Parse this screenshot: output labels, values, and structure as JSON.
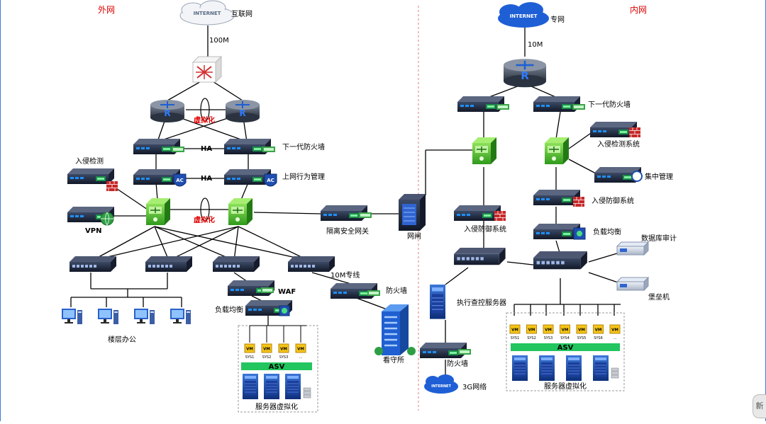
{
  "zones": {
    "external": "外网",
    "internal": "内网"
  },
  "external": {
    "cloud": "INTERNET",
    "cloud_label": "互联网",
    "bandwidth": "100M",
    "virt1": "虚拟化",
    "virt2": "虚拟化",
    "ha1": "HA",
    "ha2": "HA",
    "firewall_label": "下一代防火墙",
    "behavior_label": "上网行为管理",
    "ac": "AC",
    "ids_label": "入侵检测",
    "vpn_label": "VPN",
    "isolation_label": "隔离安全网关",
    "gatekeeper_label": "网闸",
    "line_label": "10M专线",
    "fw2_label": "防火墙",
    "guard_label": "看守所",
    "waf_label": "WAF",
    "lb_label": "负载均衡",
    "office_label": "楼层办公",
    "vm_items": [
      "VM",
      "VM",
      "VM",
      "VM"
    ],
    "sys_items": [
      "SYS1",
      "SYS2",
      "SYS3",
      "..."
    ],
    "asv": "ASV",
    "server_virt_label": "服务器虚拟化"
  },
  "internal": {
    "cloud": "INTERNET",
    "cloud_label": "专网",
    "bandwidth": "10M",
    "firewall_label": "下一代防火墙",
    "ids_label": "入侵检测系统",
    "mgmt_label": "集中管理",
    "ips_label": "入侵防御系统",
    "ips2_label": "入侵防御系统",
    "lb_label": "负载均衡",
    "db_audit_label": "数据库审计",
    "bastion_label": "堡垒机",
    "exec_server_label": "执行查控服务器",
    "fw3_label": "防火墙",
    "g3_cloud": "INTERNET",
    "g3_label": "3G网络",
    "vm_items": [
      "VM",
      "VM",
      "VM",
      "VM",
      "VM",
      "VM",
      "VM"
    ],
    "sys_items": [
      "SYS1",
      "SYS2",
      "SYS3",
      "SYS4",
      "SYS5",
      "SYS6",
      "..."
    ],
    "asv": "ASV",
    "server_virt_label": "服务器虚拟化"
  },
  "corner_badge": "新"
}
